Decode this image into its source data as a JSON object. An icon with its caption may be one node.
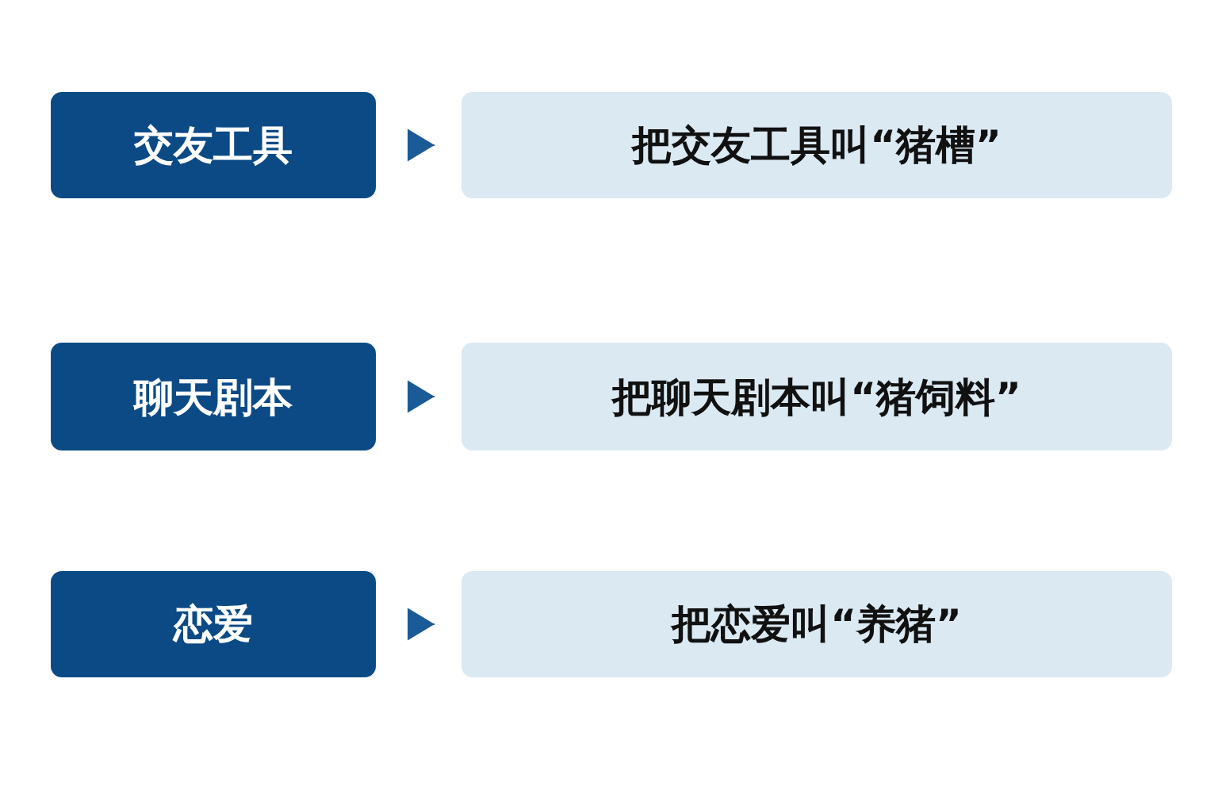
{
  "diagram": {
    "nodes": [
      {
        "text": [
          "交友工具"
        ]
      },
      {
        "text": [
          "把交友工具叫“猪槽”"
        ]
      },
      {
        "text": [
          "聊天剧本"
        ]
      },
      {
        "text": [
          "把聊天剧本叫“猪饲料”"
        ]
      },
      {
        "text": [
          "恋爱"
        ]
      },
      {
        "text": [
          "把恋爱叫“养猪”"
        ]
      }
    ],
    "edges": [
      {
        "from": 0,
        "to": 1,
        "arrow": "to"
      },
      {
        "from": 2,
        "to": 3,
        "arrow": "to"
      },
      {
        "from": 4,
        "to": 5,
        "arrow": "to"
      }
    ]
  }
}
